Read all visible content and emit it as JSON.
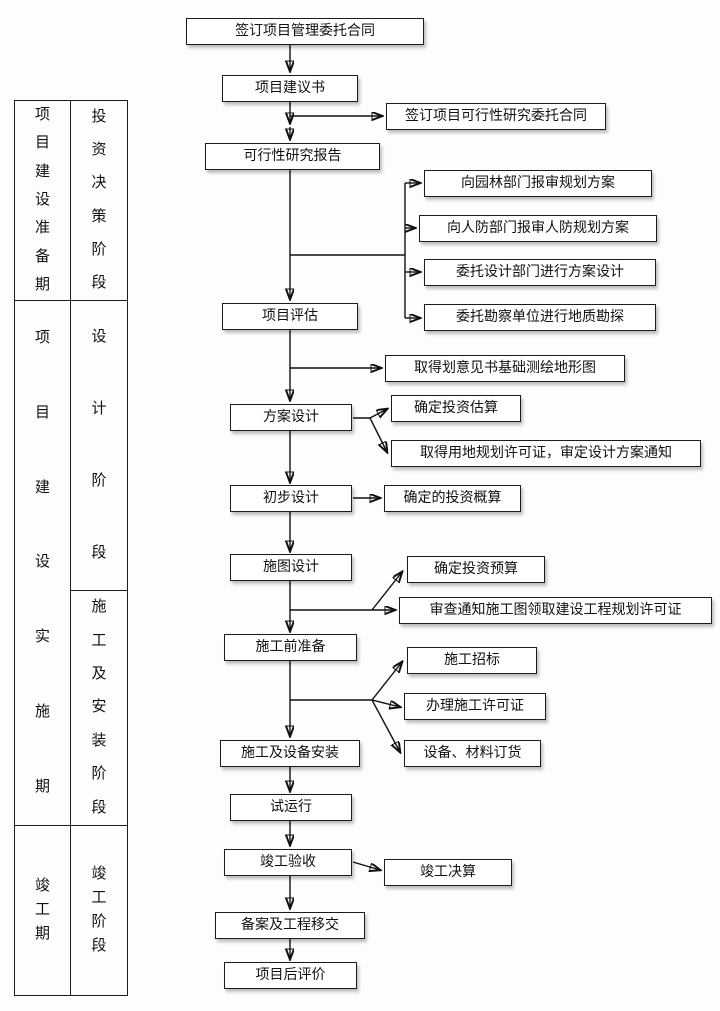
{
  "colors": {
    "box_border": "#1c1c1c",
    "box_bg": "#ffffff",
    "line": "#111111",
    "page_bg": "#fdfdfd"
  },
  "phases": {
    "col1": [
      {
        "label": "项目建设准备期"
      },
      {
        "label": "项目建设实施期"
      },
      {
        "label": "竣工期"
      }
    ],
    "col2": [
      {
        "label": "投资决策阶段"
      },
      {
        "label": "设计阶段"
      },
      {
        "label": "施工及安装阶段"
      },
      {
        "label": "竣工阶段"
      }
    ]
  },
  "main_flow": [
    {
      "label": "签订项目管理委托合同"
    },
    {
      "label": "项目建议书"
    },
    {
      "label": "可行性研究报告"
    },
    {
      "label": "项目评估"
    },
    {
      "label": "方案设计"
    },
    {
      "label": "初步设计"
    },
    {
      "label": "施图设计"
    },
    {
      "label": "施工前准备"
    },
    {
      "label": "施工及设备安装"
    },
    {
      "label": "试运行"
    },
    {
      "label": "竣工验收"
    },
    {
      "label": "备案及工程移交"
    },
    {
      "label": "项目后评价"
    }
  ],
  "side_boxes": [
    {
      "label": "签订项目可行性研究委托合同"
    },
    {
      "label": "向园林部门报审规划方案"
    },
    {
      "label": "向人防部门报审人防规划方案"
    },
    {
      "label": "委托设计部门进行方案设计"
    },
    {
      "label": "委托勘察单位进行地质勘探"
    },
    {
      "label": "取得划意见书基础测绘地形图"
    },
    {
      "label": "确定投资估算"
    },
    {
      "label": "取得用地规划许可证，审定设计方案通知"
    },
    {
      "label": "确定的投资概算"
    },
    {
      "label": "确定投资预算"
    },
    {
      "label": "审查通知施工图领取建设工程规划许可证"
    },
    {
      "label": "施工招标"
    },
    {
      "label": "办理施工许可证"
    },
    {
      "label": "设备、材料订货"
    },
    {
      "label": "竣工决算"
    }
  ]
}
